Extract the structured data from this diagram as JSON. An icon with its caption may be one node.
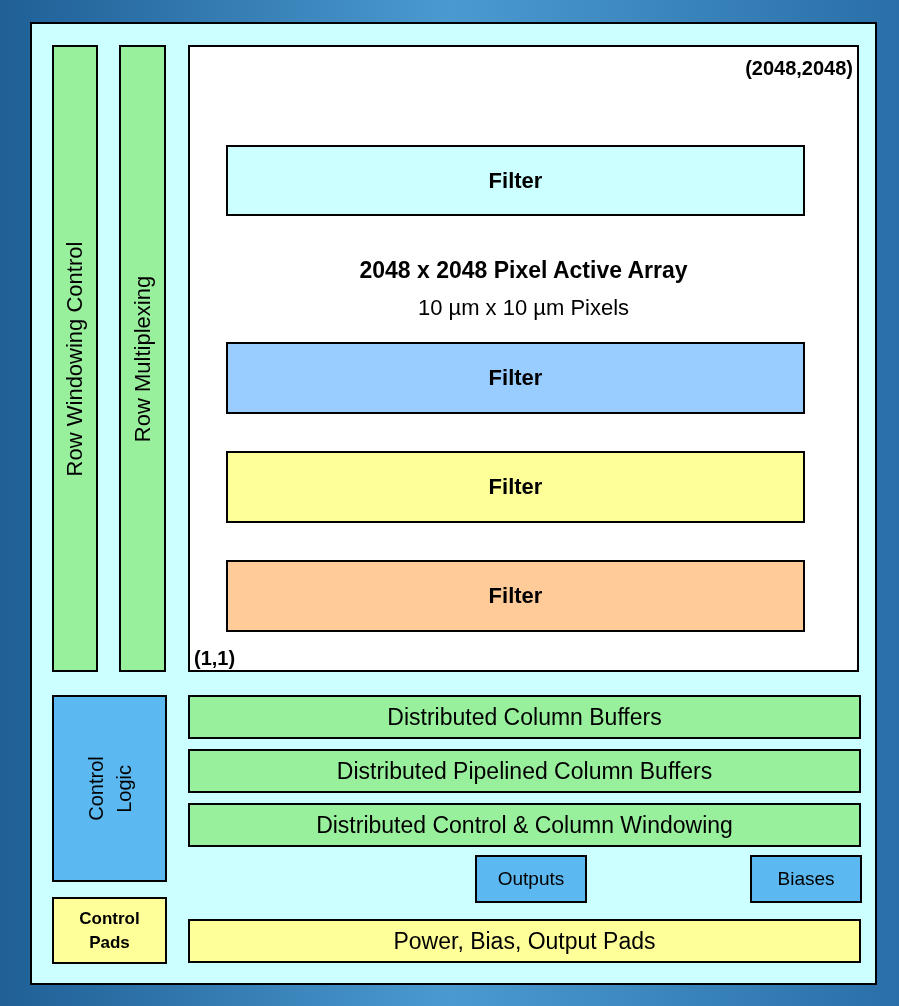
{
  "diagram": {
    "nodes": [
      {
        "text": [],
        "shape": "box"
      },
      {
        "text": [
          "Row Windowing Control"
        ],
        "in": 0
      },
      {
        "text": [
          "Row Multiplexing"
        ],
        "in": 0
      },
      {
        "text": [
          "(2048,2048)",
          "2048 x 2048 Pixel Active Array",
          "10 µm x 10 µm Pixels",
          "(1,1)"
        ],
        "in": 0
      },
      {
        "text": [
          "Filter"
        ],
        "in": 3
      },
      {
        "text": [
          "Filter"
        ],
        "in": 3
      },
      {
        "text": [
          "Filter"
        ],
        "in": 3
      },
      {
        "text": [
          "Filter"
        ],
        "in": 3
      },
      {
        "text": [
          "Control Logic"
        ],
        "in": 0
      },
      {
        "text": [
          "Distributed Column Buffers"
        ],
        "in": 0
      },
      {
        "text": [
          "Distributed Pipelined Column Buffers"
        ],
        "in": 0
      },
      {
        "text": [
          "Distributed Control & Column Windowing"
        ],
        "in": 0
      },
      {
        "text": [
          "Outputs"
        ],
        "in": 0
      },
      {
        "text": [
          "Biases"
        ],
        "in": 0
      },
      {
        "text": [
          "Control Pads"
        ],
        "in": 0
      },
      {
        "text": [
          "Power, Bias, Output Pads"
        ],
        "in": 0
      }
    ]
  }
}
